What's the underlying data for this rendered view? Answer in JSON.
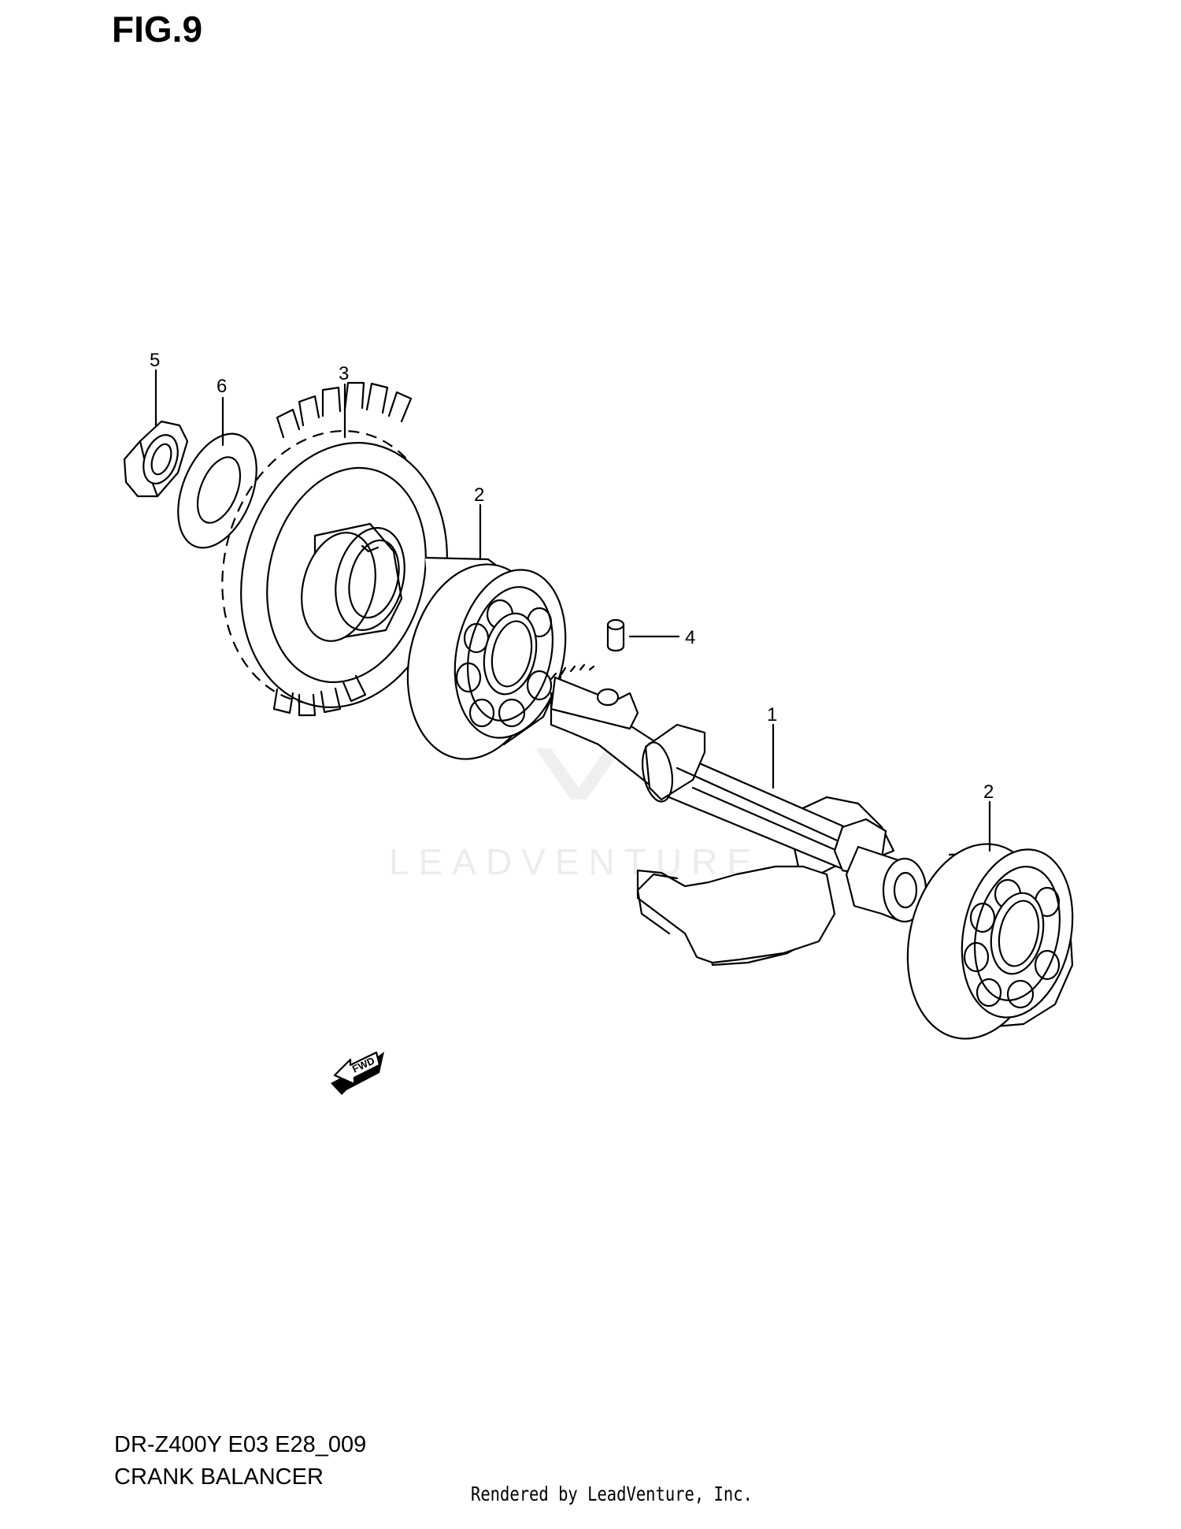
{
  "figure": {
    "title": "FIG.9",
    "model_code": "DR-Z400Y E03 E28_009",
    "section_name": "CRANK BALANCER",
    "render_credit": "Rendered by LeadVenture, Inc.",
    "watermark": "LEADVENTURE"
  },
  "callouts": [
    {
      "number": "5",
      "part": "nut"
    },
    {
      "number": "6",
      "part": "washer"
    },
    {
      "number": "3",
      "part": "gear"
    },
    {
      "number": "2",
      "part": "bearing"
    },
    {
      "number": "4",
      "part": "key"
    },
    {
      "number": "1",
      "part": "balancer shaft"
    },
    {
      "number": "2",
      "part": "bearing"
    }
  ],
  "fwd_label": "FWD",
  "colors": {
    "line": "#000000",
    "background": "#ffffff",
    "watermark": "#ececec"
  }
}
